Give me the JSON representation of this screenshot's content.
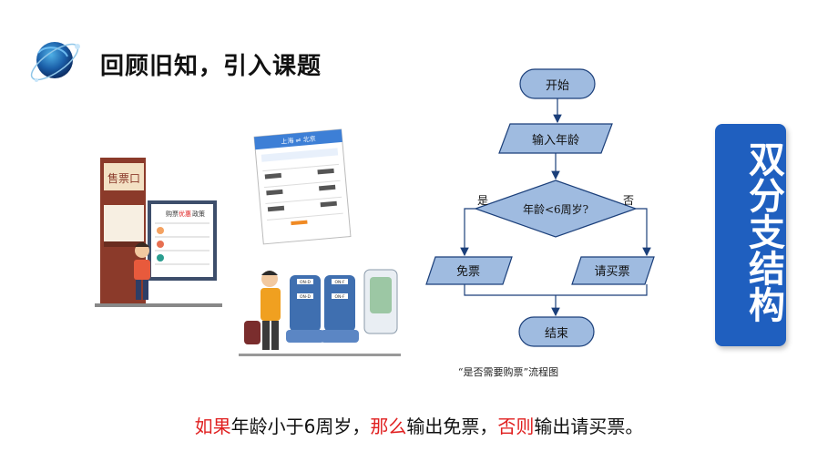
{
  "header": {
    "title": "回顾旧知，引入课题"
  },
  "badge": {
    "text": "双分支结构"
  },
  "flowchart": {
    "start": "开始",
    "input": "输入年龄",
    "decision": "年龄<6周岁?",
    "yes": "是",
    "no": "否",
    "left_output": "免票",
    "right_output": "请买票",
    "end": "结束",
    "caption": "“是否需要购票”流程图"
  },
  "illustration": {
    "ticket_window_sign": "售票口",
    "board_title_a": "购票",
    "board_title_b": "优惠",
    "board_title_c": "政策",
    "app_header": "上海 ⇌ 北京",
    "seat_sign_1": "ON-D",
    "seat_sign_2": "ON-F",
    "seat_sign_3": "ON-D",
    "seat_sign_4": "ON-F"
  },
  "sentence": {
    "p1": "如果",
    "p2": "年龄小于6周岁，",
    "p3": "那么",
    "p4": "输出免票，",
    "p5": "否则",
    "p6": "输出请买票。"
  },
  "colors": {
    "accent_blue": "#1f5fbf",
    "keyword_red": "#e02020",
    "flow_fill": "#9fbbe0",
    "flow_stroke": "#1b3f7a"
  }
}
